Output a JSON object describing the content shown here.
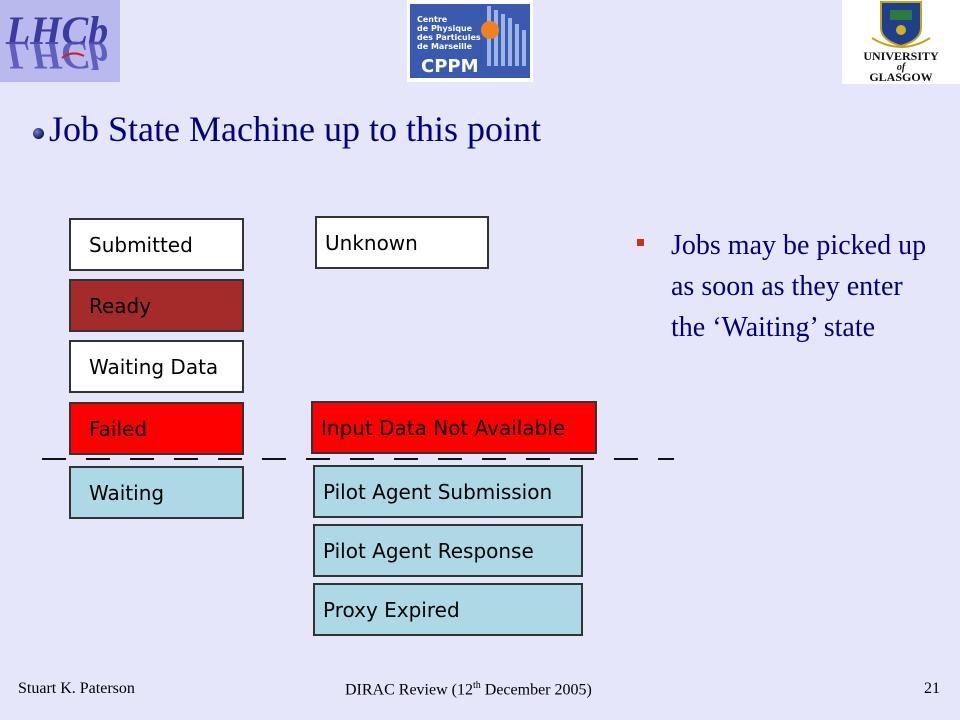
{
  "logos": {
    "lhcb_text": "LHCb",
    "cppm_lines": [
      "Centre",
      "de Physique",
      "des Particules",
      "de Marseille"
    ],
    "cppm_acronym": "CPPM",
    "glasgow_lines": [
      "UNIVERSITY",
      "of",
      "GLASGOW"
    ]
  },
  "title": "Job State Machine up to this point",
  "diagram": {
    "left_states": [
      {
        "label": "Submitted",
        "color": "#ffffff"
      },
      {
        "label": "Ready",
        "color": "#a52a2a"
      },
      {
        "label": "Waiting Data",
        "color": "#ffffff"
      },
      {
        "label": "Failed",
        "color": "#ff0000"
      },
      {
        "label": "Waiting",
        "color": "#add8e6"
      }
    ],
    "right_states": [
      {
        "label": "Unknown",
        "color": "#ffffff"
      },
      {
        "label": "Input Data Not Available",
        "color": "#ff0000"
      },
      {
        "label": "Pilot Agent Submission",
        "color": "#add8e6"
      },
      {
        "label": "Pilot Agent Response",
        "color": "#add8e6"
      },
      {
        "label": "Proxy Expired",
        "color": "#add8e6"
      }
    ]
  },
  "bullet": {
    "text": "Jobs may be picked up as soon as they enter the ‘Waiting’ state",
    "color": "#000080",
    "bullet_color": "#d03010"
  },
  "footer": {
    "author": "Stuart K. Paterson",
    "event_prefix": "DIRAC Review (12",
    "event_sup": "th",
    "event_suffix": " December 2005)",
    "page_number": "21"
  },
  "colors": {
    "background": "#e6e6fb",
    "title": "#000080"
  }
}
